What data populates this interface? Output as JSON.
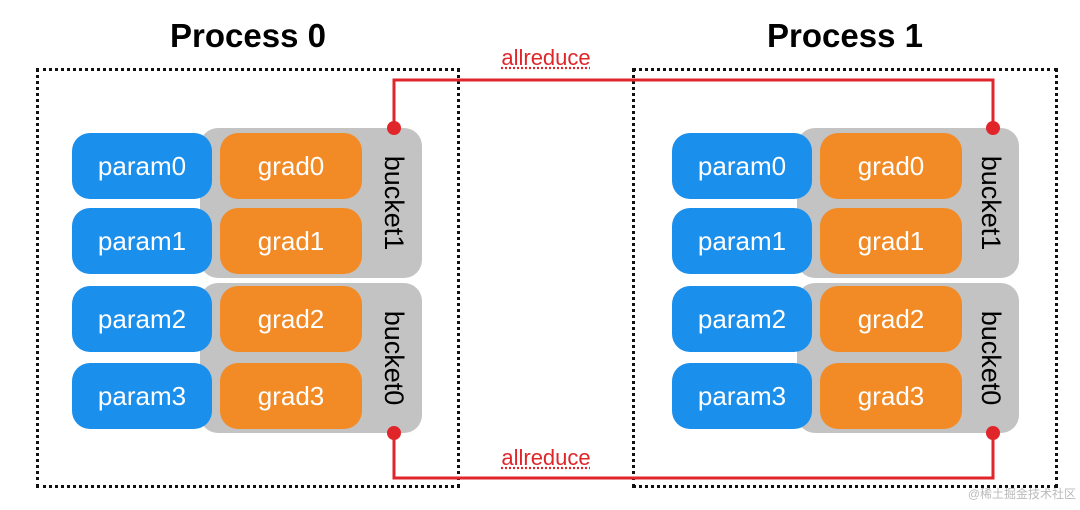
{
  "processes": [
    {
      "title": "Process 0",
      "buckets": [
        "bucket1",
        "bucket0"
      ],
      "params": [
        "param0",
        "param1",
        "param2",
        "param3"
      ],
      "grads": [
        "grad0",
        "grad1",
        "grad2",
        "grad3"
      ]
    },
    {
      "title": "Process 1",
      "buckets": [
        "bucket1",
        "bucket0"
      ],
      "params": [
        "param0",
        "param1",
        "param2",
        "param3"
      ],
      "grads": [
        "grad0",
        "grad1",
        "grad2",
        "grad3"
      ]
    }
  ],
  "connections": [
    {
      "label": "allreduce",
      "bucket": "bucket1"
    },
    {
      "label": "allreduce",
      "bucket": "bucket0"
    }
  ],
  "colors": {
    "param": "#1b8fec",
    "grad": "#f28b26",
    "bucket": "#c3c3c3",
    "connector": "#e0262b"
  },
  "watermark": "@稀土掘金技术社区"
}
